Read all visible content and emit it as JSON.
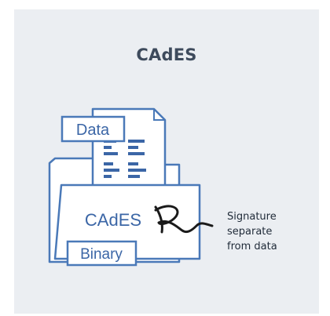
{
  "diagram": {
    "title": "CAdES",
    "data_label": "Data",
    "container_label": "CAdES",
    "binary_label": "Binary",
    "signature_note": [
      "Signature",
      "separate",
      "from data"
    ],
    "colors": {
      "background": "#ebeef2",
      "stroke": "#4a79b8",
      "fill": "#ffffff",
      "lines": "#3b66a6",
      "label_text": "#3b66a6",
      "signature": "#1a1a1a"
    },
    "icons": [
      "document-icon",
      "folder-icon",
      "signature-icon"
    ]
  }
}
